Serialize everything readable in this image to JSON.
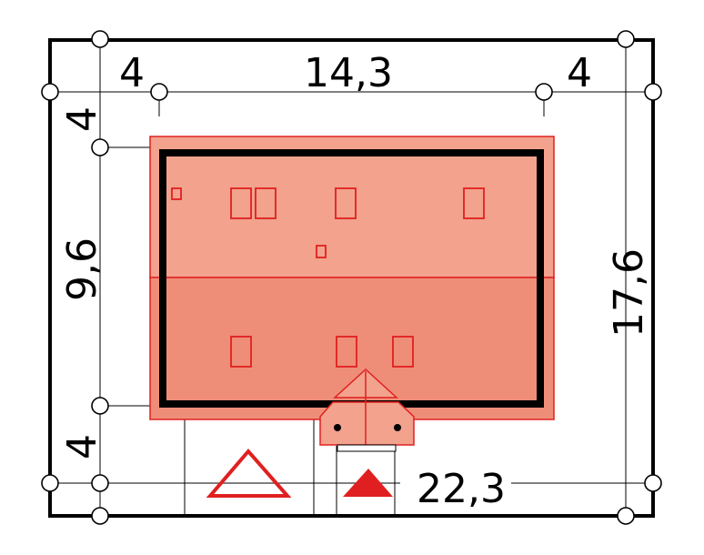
{
  "dimensions": {
    "top_left": "4",
    "top_middle": "14,3",
    "top_right": "4",
    "left_top": "4",
    "left_middle": "9,6",
    "left_bottom": "4",
    "right_vertical": "17,6",
    "bottom_horizontal": "22,3"
  },
  "colors": {
    "roof_upper": "#f2a28d",
    "roof_lower": "#ef8e78",
    "roof_outline": "#e02020",
    "wall_outline": "#000000",
    "entrance_marker": "#e02020",
    "background": "#ffffff"
  },
  "symbols": {
    "access_road": "outlined-triangle",
    "main_entrance": "filled-triangle"
  }
}
